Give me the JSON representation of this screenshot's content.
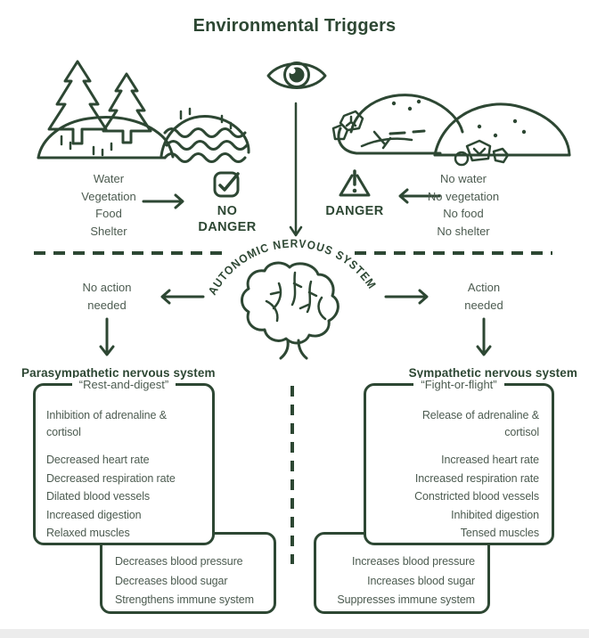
{
  "title": "Environmental Triggers",
  "colors": {
    "ink": "#2d4733",
    "body": "#4c5b50",
    "footer_bar": "#ececec"
  },
  "icons": {
    "eye": "eye-icon",
    "forest": "forest-lake-illustration",
    "desert": "barren-desert-illustration",
    "checkbox": "checkbox-checked-icon",
    "warning": "warning-triangle-icon",
    "brain": "brain-icon"
  },
  "safe_environment": {
    "resources": [
      "Water",
      "Vegetation",
      "Food",
      "Shelter"
    ],
    "verdict": [
      "NO",
      "DANGER"
    ]
  },
  "hostile_environment": {
    "resources": [
      "No water",
      "No vegetation",
      "No food",
      "No shelter"
    ],
    "verdict": [
      "DANGER"
    ]
  },
  "hub": {
    "arc_label": "AUTONOMIC NERVOUS SYSTEM"
  },
  "parasympathetic": {
    "action": [
      "No action",
      "needed"
    ],
    "title": "Parasympathetic nervous system",
    "nickname": "“Rest-and-digest”",
    "hormones": [
      "Inhibition of adrenaline &",
      "cortisol"
    ],
    "effects": [
      "Decreased heart rate",
      "Decreased respiration rate",
      "Dilated blood vessels",
      "Increased digestion",
      "Relaxed muscles"
    ],
    "outcomes": [
      "Decreases blood pressure",
      "Decreases blood sugar",
      "Strengthens immune system"
    ]
  },
  "sympathetic": {
    "action": [
      "Action",
      "needed"
    ],
    "title": "Sympathetic nervous system",
    "nickname": "“Fight-or-flight”",
    "hormones": [
      "Release of adrenaline &",
      "cortisol"
    ],
    "effects": [
      "Increased heart rate",
      "Increased respiration rate",
      "Constricted blood vessels",
      "Inhibited digestion",
      "Tensed muscles"
    ],
    "outcomes": [
      "Increases blood pressure",
      "Increases blood sugar",
      "Suppresses immune system"
    ]
  }
}
